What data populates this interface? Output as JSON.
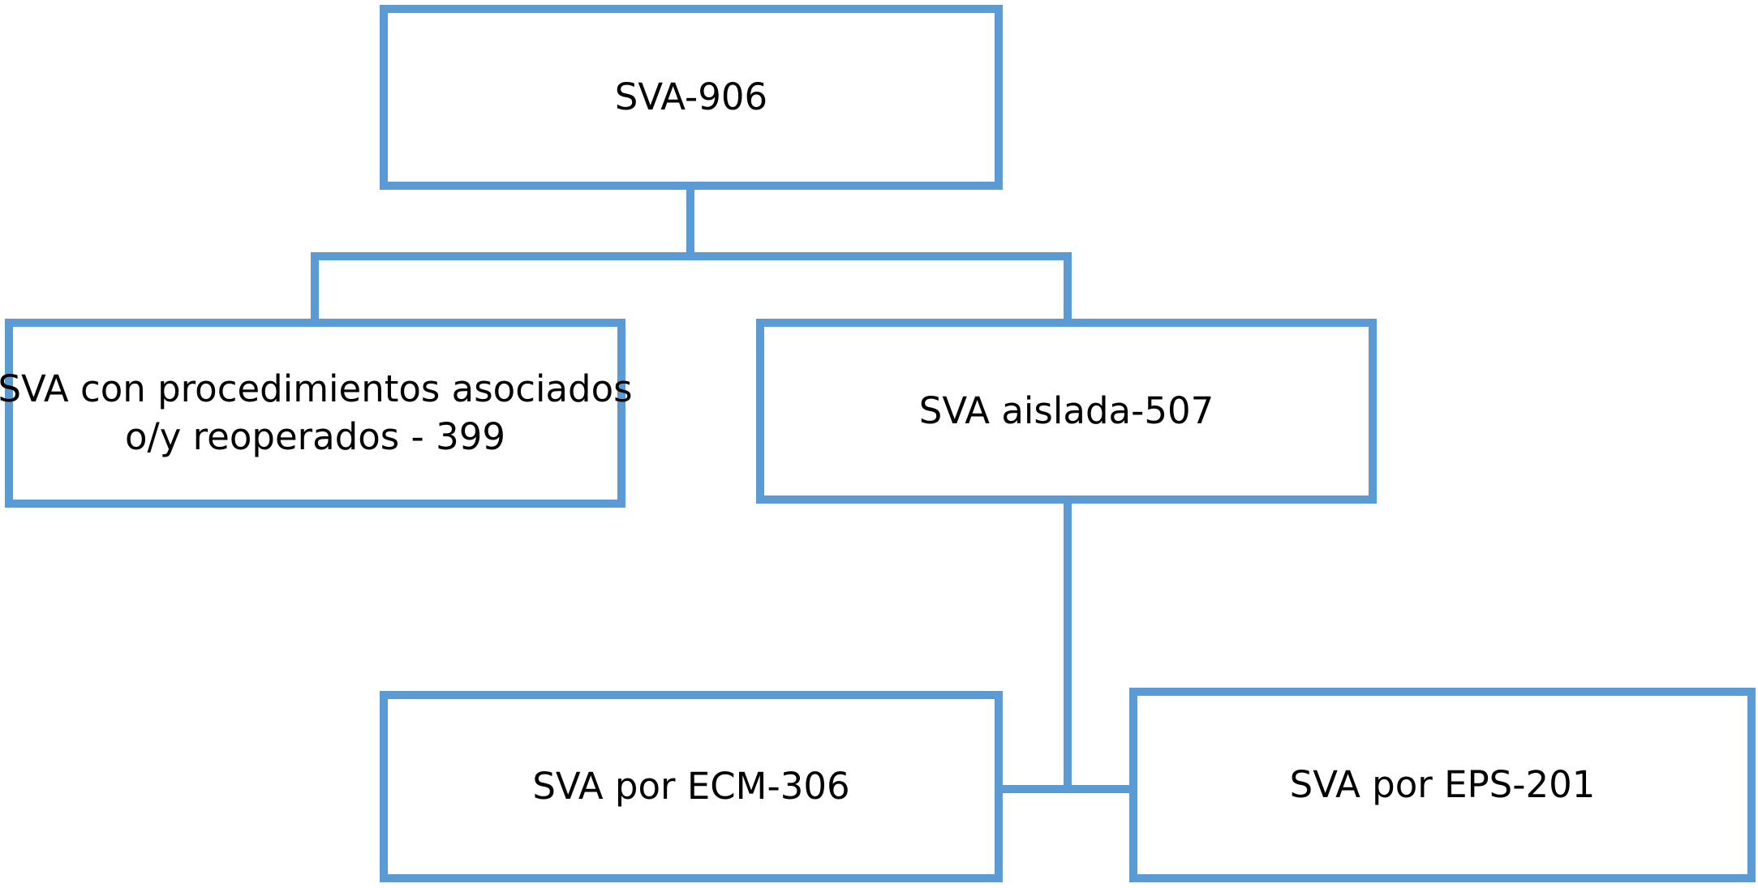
{
  "colors": {
    "box_border": "#5b9bd5",
    "connector": "#5b9bd5",
    "text": "#000000",
    "background": "#ffffff"
  },
  "nodes": {
    "root": {
      "label": "SVA-906"
    },
    "with_procedures": {
      "line1": "SVA con procedimientos asociados",
      "line2": "o/y reoperados - 399"
    },
    "isolated": {
      "label": "SVA aislada-507"
    },
    "ecm": {
      "label": "SVA por ECM-306"
    },
    "eps": {
      "label": "SVA por EPS-201"
    }
  }
}
